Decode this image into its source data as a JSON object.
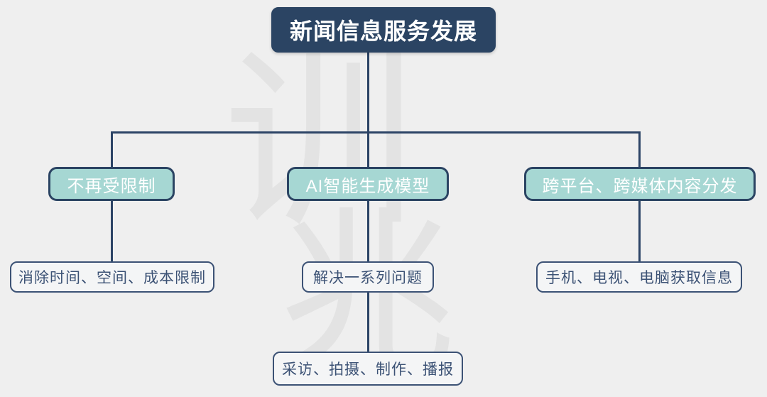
{
  "diagram": {
    "type": "organizational-tree",
    "background_color": "#efefef",
    "accent_dark": "#2b4463",
    "accent_teal": "#a6d7d3",
    "watermark": {
      "top_char": "训",
      "bottom_char": "兆",
      "color": "#e3e3e3"
    },
    "root": {
      "label": "新闻信息服务发展"
    },
    "branches": [
      {
        "label": "不再受限制",
        "children": [
          {
            "label": "消除时间、空间、成本限制"
          }
        ]
      },
      {
        "label": "AI智能生成模型",
        "children": [
          {
            "label": "解决一系列问题"
          },
          {
            "label": "采访、拍摄、制作、播报"
          }
        ]
      },
      {
        "label": "跨平台、跨媒体内容分发",
        "children": [
          {
            "label": "手机、电视、电脑获取信息"
          }
        ]
      }
    ]
  }
}
